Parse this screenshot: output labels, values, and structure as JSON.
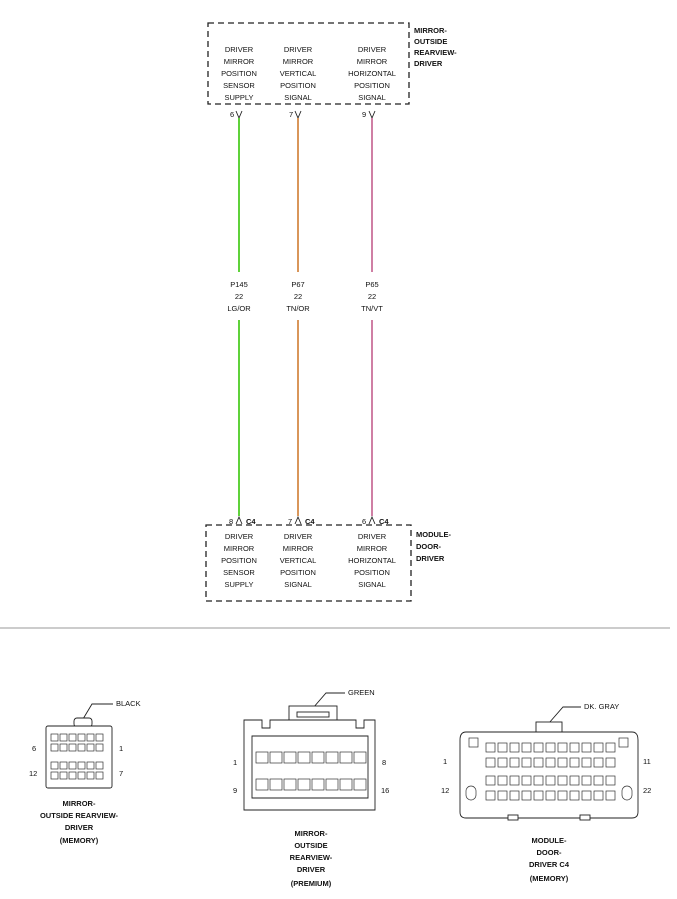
{
  "top_component": {
    "name_lines": [
      "MIRROR-",
      "OUTSIDE",
      "REARVIEW-",
      "DRIVER"
    ],
    "pins": [
      {
        "pin": "6",
        "lines": [
          "DRIVER",
          "MIRROR",
          "POSITION",
          "SENSOR",
          "SUPPLY"
        ]
      },
      {
        "pin": "7",
        "lines": [
          "DRIVER",
          "MIRROR",
          "VERTICAL",
          "POSITION",
          "SIGNAL"
        ]
      },
      {
        "pin": "9",
        "lines": [
          "DRIVER",
          "MIRROR",
          "HORIZONTAL",
          "POSITION",
          "SIGNAL"
        ]
      }
    ]
  },
  "wires": [
    {
      "circuit": "P145",
      "gauge": "22",
      "color_code": "LG/OR",
      "color": "#5fd23a"
    },
    {
      "circuit": "P67",
      "gauge": "22",
      "color_code": "TN/OR",
      "color": "#d9965a"
    },
    {
      "circuit": "P65",
      "gauge": "22",
      "color_code": "TN/VT",
      "color": "#cf7fa4"
    }
  ],
  "bottom_component": {
    "name_lines": [
      "MODULE-",
      "DOOR-",
      "DRIVER"
    ],
    "connector": "C4",
    "pins": [
      {
        "pin": "8",
        "lines": [
          "DRIVER",
          "MIRROR",
          "POSITION",
          "SENSOR",
          "SUPPLY"
        ]
      },
      {
        "pin": "7",
        "lines": [
          "DRIVER",
          "MIRROR",
          "VERTICAL",
          "POSITION",
          "SIGNAL"
        ]
      },
      {
        "pin": "6",
        "lines": [
          "DRIVER",
          "MIRROR",
          "HORIZONTAL",
          "POSITION",
          "SIGNAL"
        ]
      }
    ]
  },
  "connector_views": [
    {
      "color_label": "BLACK",
      "pin_labels": {
        "top_left": "6",
        "top_right": "1",
        "bottom_left": "12",
        "bottom_right": "7"
      },
      "caption_lines": [
        "MIRROR-",
        "OUTSIDE REARVIEW-",
        "DRIVER",
        "(MEMORY)"
      ]
    },
    {
      "color_label": "GREEN",
      "pin_labels": {
        "top_left": "1",
        "top_right": "8",
        "bottom_left": "9",
        "bottom_right": "16"
      },
      "caption_lines": [
        "MIRROR-",
        "OUTSIDE",
        "REARVIEW-",
        "DRIVER",
        "(PREMIUM)"
      ]
    },
    {
      "color_label": "DK. GRAY",
      "pin_labels": {
        "top_left": "1",
        "top_right": "11",
        "bottom_left": "12",
        "bottom_right": "22"
      },
      "caption_lines": [
        "MODULE-",
        "DOOR-",
        "DRIVER C4",
        "(MEMORY)"
      ]
    }
  ]
}
